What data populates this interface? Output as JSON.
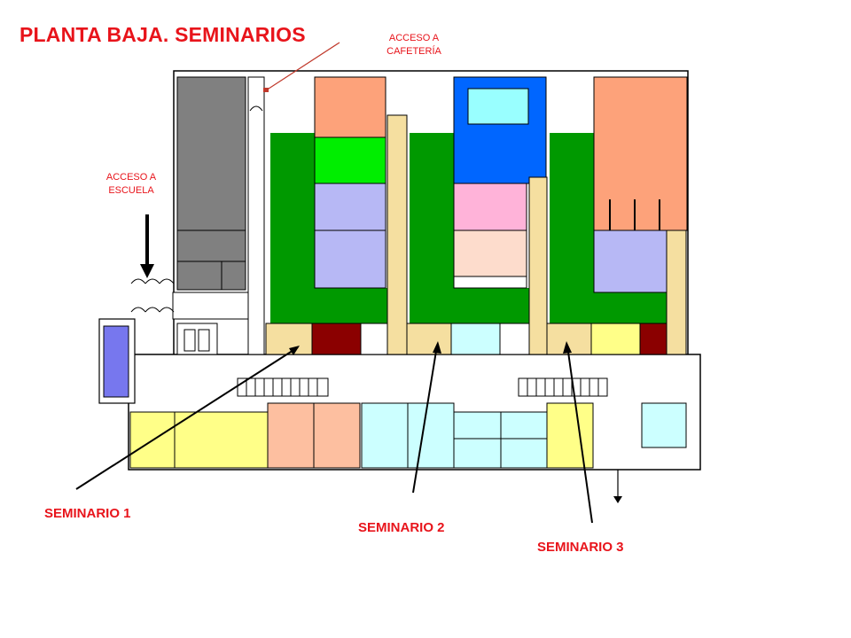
{
  "title": "PLANTA BAJA. SEMINARIOS",
  "access": {
    "cafeteria_line1": "ACCESO A",
    "cafeteria_line2": "CAFETERÍA",
    "school_line1": "ACCESO A",
    "school_line2": "ESCUELA"
  },
  "seminars": {
    "s1": "SEMINARIO 1",
    "s2": "SEMINARIO 2",
    "s3": "SEMINARIO 3"
  },
  "colors": {
    "label_red": "#e8141b",
    "corridor_green": "#009900",
    "seminar_beige": "#f5dfa0",
    "lavender": "#b7b8f5",
    "salmon": "#fda27a",
    "gray": "#808080",
    "blue": "#0066ff",
    "cyan": "#99ffff",
    "pink": "#ffb3d9",
    "peach": "#fddccc",
    "yellow": "#ffff88",
    "dark_red": "#8b0000",
    "light_green": "#00ee00",
    "light_cyan": "#ccffff",
    "periwinkle": "#7777ee"
  }
}
